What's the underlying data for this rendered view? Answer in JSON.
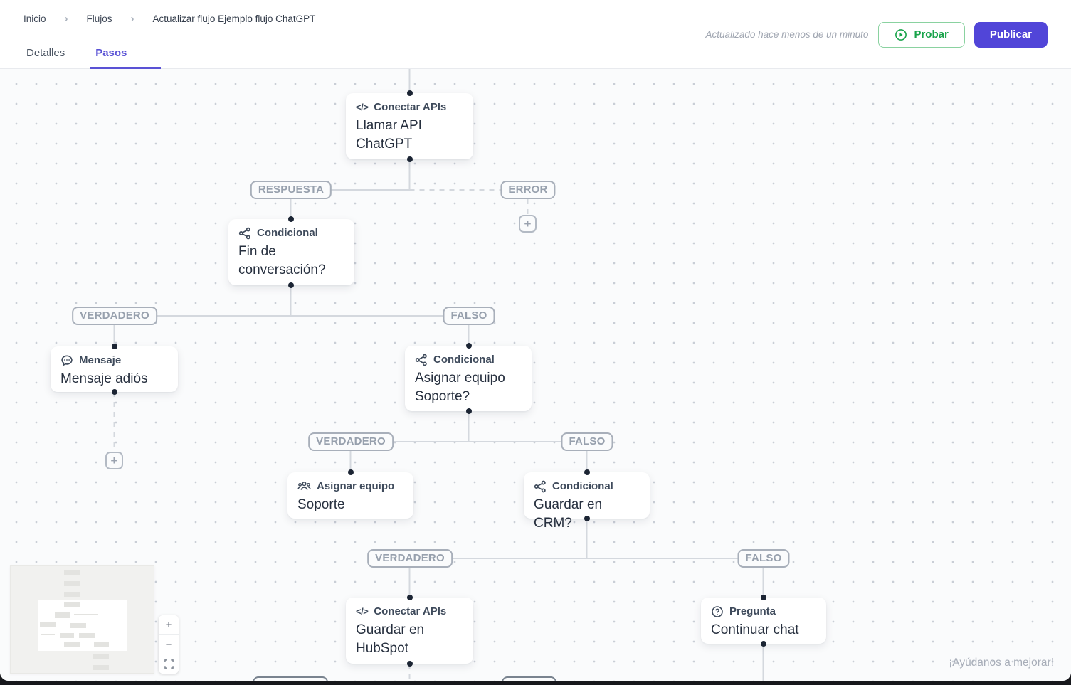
{
  "header": {
    "breadcrumb": {
      "items": [
        "Inicio",
        "Flujos",
        "Actualizar flujo Ejemplo flujo ChatGPT"
      ],
      "separator": "›"
    },
    "tabs": {
      "details": "Detalles",
      "steps": "Pasos"
    },
    "updated_status": "Actualizado hace menos de un minuto",
    "probar_label": "Probar",
    "publicar_label": "Publicar"
  },
  "canvas": {
    "nodes": [
      {
        "type": "Conectar APIs",
        "title": "Llamar API\nChatGPT",
        "icon": "code-icon"
      },
      {
        "type": "Condicional",
        "title": "Fin de\nconversación?",
        "icon": "share-icon"
      },
      {
        "type": "Mensaje",
        "title": "Mensaje adiós",
        "icon": "chat-icon"
      },
      {
        "type": "Condicional",
        "title": "Asignar equipo\nSoporte?",
        "icon": "share-icon"
      },
      {
        "type": "Asignar equipo",
        "title": "Soporte",
        "icon": "group-icon"
      },
      {
        "type": "Condicional",
        "title": "Guardar en CRM?",
        "icon": "share-icon"
      },
      {
        "type": "Conectar APIs",
        "title": "Guardar en\nHubSpot",
        "icon": "code-icon"
      },
      {
        "type": "Pregunta",
        "title": "Continuar chat",
        "icon": "help-icon"
      }
    ],
    "edge_labels": [
      {
        "text": "RESPUESTA"
      },
      {
        "text": "ERROR"
      },
      {
        "text": "VERDADERO"
      },
      {
        "text": "FALSO"
      },
      {
        "text": "VERDADERO"
      },
      {
        "text": "FALSO"
      },
      {
        "text": "VERDADERO"
      },
      {
        "text": "FALSO"
      }
    ],
    "plus_glyph": "+",
    "code_glyph": "</>",
    "feedback_text": "¡Ayúdanos a mejorar!"
  },
  "zoom_controls": {
    "zoom_in": "+",
    "zoom_out": "−"
  },
  "colors": {
    "accent": "#5145d8",
    "success": "#18a34a",
    "line": "#d4d8de"
  }
}
